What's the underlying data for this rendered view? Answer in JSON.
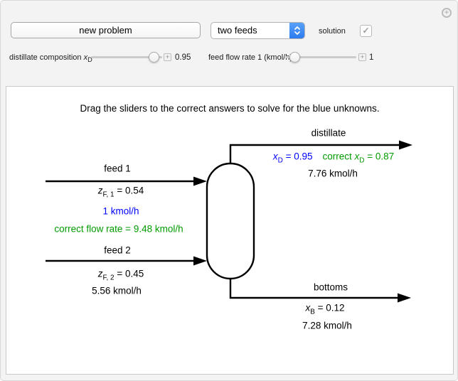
{
  "colors": {
    "unknown_blue": "#0000ff",
    "correct_green": "#009b00",
    "dropdown_blue": "#2d7bf0",
    "dropdown_blue_light": "#58a1f8"
  },
  "toolbar": {
    "new_problem_label": "new problem",
    "feeds_select_value": "two feeds",
    "solution_label": "solution",
    "check_icon": "✓",
    "popout_plus_icon": "+"
  },
  "sliders": {
    "distillate": {
      "label_text": "distillate composition ",
      "var_symbol": "x",
      "var_sub": "D",
      "plus_icon": "+",
      "value": "0.95"
    },
    "feed": {
      "label_text": "feed flow rate 1 (kmol/h)",
      "plus_icon": "+",
      "value": "1"
    }
  },
  "instruction": "Drag the sliders to the correct answers to solve for the blue unknowns.",
  "diagram": {
    "distillate": {
      "label": "distillate",
      "guess_symbol": "x",
      "guess_sub": "D",
      "guess_rest": " = 0.95",
      "correct_prefix": "correct ",
      "correct_symbol": "x",
      "correct_sub": "D",
      "correct_rest": " = 0.87",
      "flow": "7.76 kmol/h"
    },
    "feed1": {
      "label": "feed 1",
      "z_symbol": "z",
      "z_sub": "F, 1",
      "z_rest": " = 0.54",
      "flow_guess": "1 kmol/h",
      "correct_flow": "correct flow rate = 9.48 kmol/h"
    },
    "feed2": {
      "label": "feed 2",
      "z_symbol": "z",
      "z_sub": "F, 2",
      "z_rest": " = 0.45",
      "flow": "5.56 kmol/h"
    },
    "bottoms": {
      "label": "bottoms",
      "x_symbol": "x",
      "x_sub": "B",
      "x_rest": " = 0.12",
      "flow": "7.28 kmol/h"
    }
  }
}
